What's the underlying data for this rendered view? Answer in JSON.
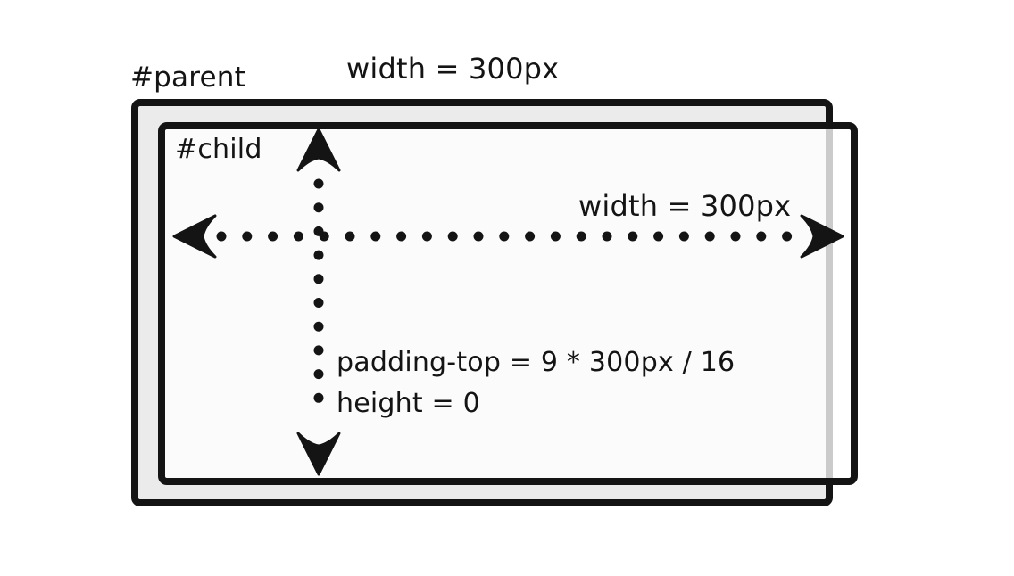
{
  "diagram": {
    "parent_label": "#parent",
    "child_label": "#child",
    "parent_width_label": "width = 300px",
    "child_width_label": "width = 300px",
    "padding_top_label": "padding-top = 9 * 300px / 16",
    "height_label": "height = 0",
    "colors": {
      "ink": "#141414",
      "parent_fill": "#ebebeb",
      "child_fill": "rgba(255,255,255,0.78)",
      "background": "#ffffff"
    }
  }
}
